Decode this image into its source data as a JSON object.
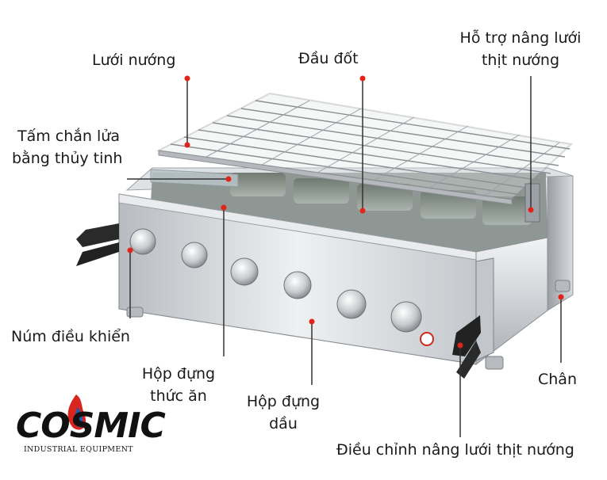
{
  "labels": {
    "grill_grate": "Lưới nướng",
    "burner": "Đầu đốt",
    "lift_support_line1": "Hỗ trợ nâng lưới",
    "lift_support_line2": "thịt nướng",
    "glass_shield_line1": "Tấm chắn lửa",
    "glass_shield_line2": "bằng thủy tinh",
    "control_knob": "Núm điều khiển",
    "food_box_line1": "Hộp đựng",
    "food_box_line2": "thức ăn",
    "oil_box_line1": "Hộp đựng",
    "oil_box_line2": "dầu",
    "legs": "Chân",
    "lift_adjust": "Điều chỉnh nâng lưới thịt nướng"
  },
  "logo": {
    "word": "COSMIC",
    "tagline": "INDUSTRIAL EQUIPMENT"
  },
  "colors": {
    "marker": "#e2231a",
    "leader": "#333333",
    "steel": "#c9ccd0",
    "flame_blue": "#1c5fa8",
    "flame_red": "#d8261e"
  }
}
